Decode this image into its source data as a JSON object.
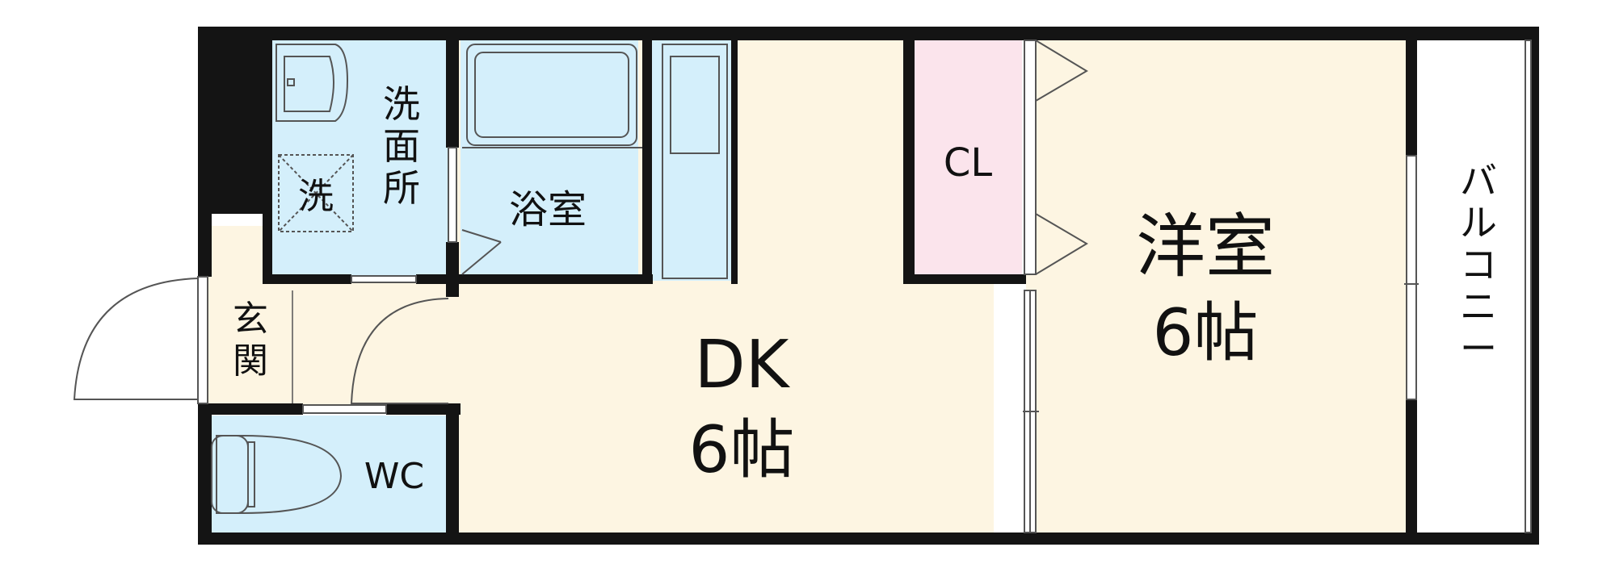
{
  "floor_plan": {
    "rooms": {
      "washroom": {
        "label": "洗面所"
      },
      "washer": {
        "label": "洗"
      },
      "bath": {
        "label": "浴室"
      },
      "entrance": {
        "label": "玄関"
      },
      "toilet": {
        "label": "WC"
      },
      "dk": {
        "label": "DK",
        "size": "6帖"
      },
      "closet": {
        "label": "CL"
      },
      "western": {
        "label": "洋室",
        "size": "6帖"
      },
      "balcony": {
        "label": "バルコニー"
      }
    },
    "colors": {
      "wall": "#141414",
      "wet_area": "#d4effb",
      "floor": "#fdf5e2",
      "closet": "#fbe4ec",
      "line": "#555555"
    }
  }
}
